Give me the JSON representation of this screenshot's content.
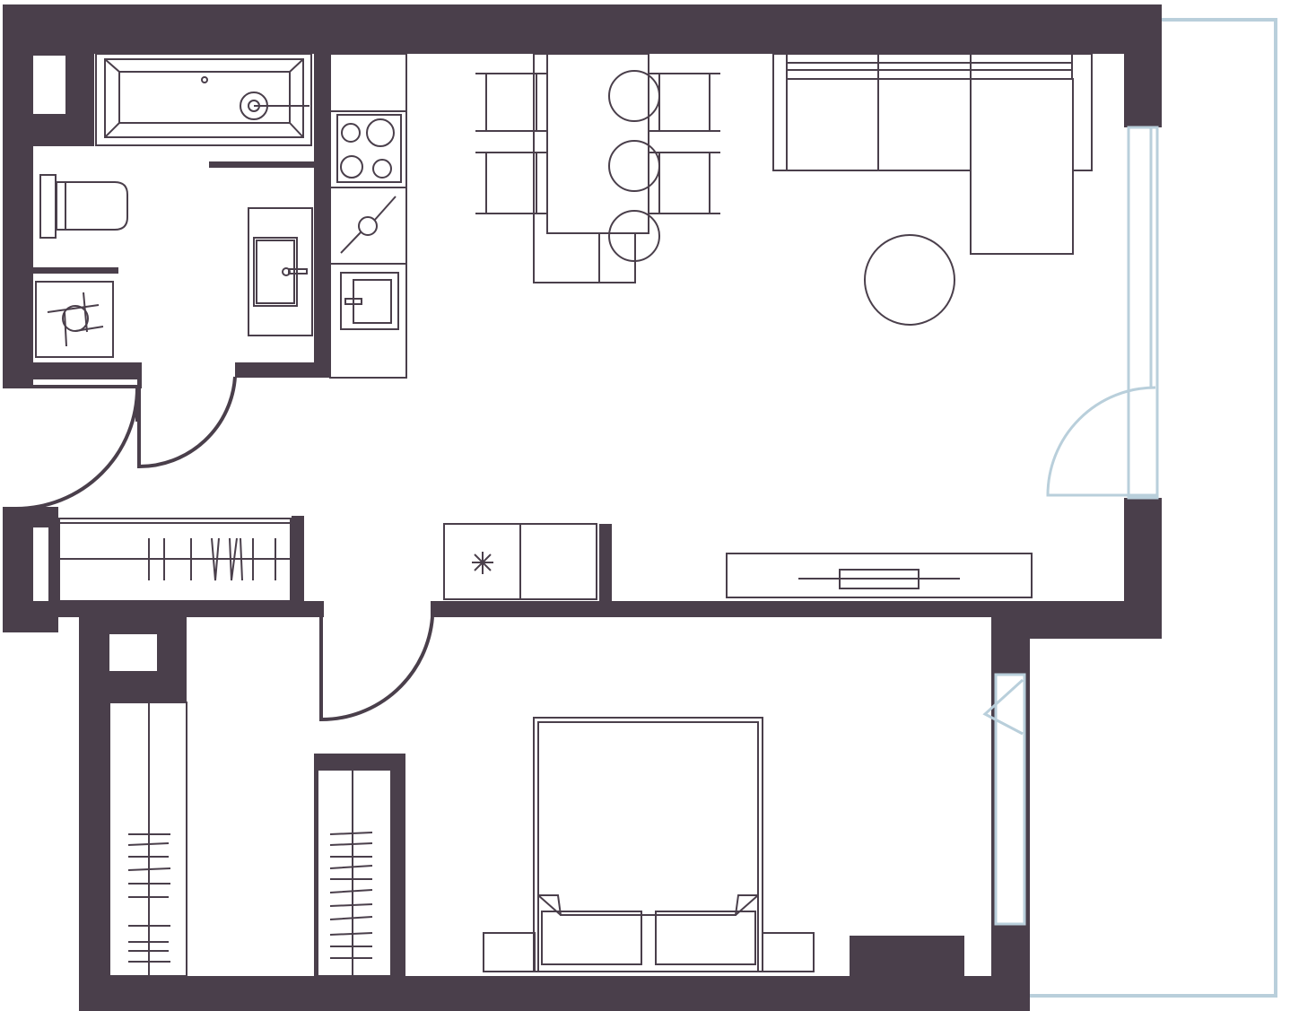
{
  "plan": {
    "type": "apartment floor plan",
    "colors": {
      "wall": "#4a3f4b",
      "window": "#b9cfdb",
      "background": "#ffffff"
    },
    "rooms": [
      "bathroom",
      "kitchen-living",
      "hallway",
      "bedroom",
      "balcony"
    ]
  }
}
